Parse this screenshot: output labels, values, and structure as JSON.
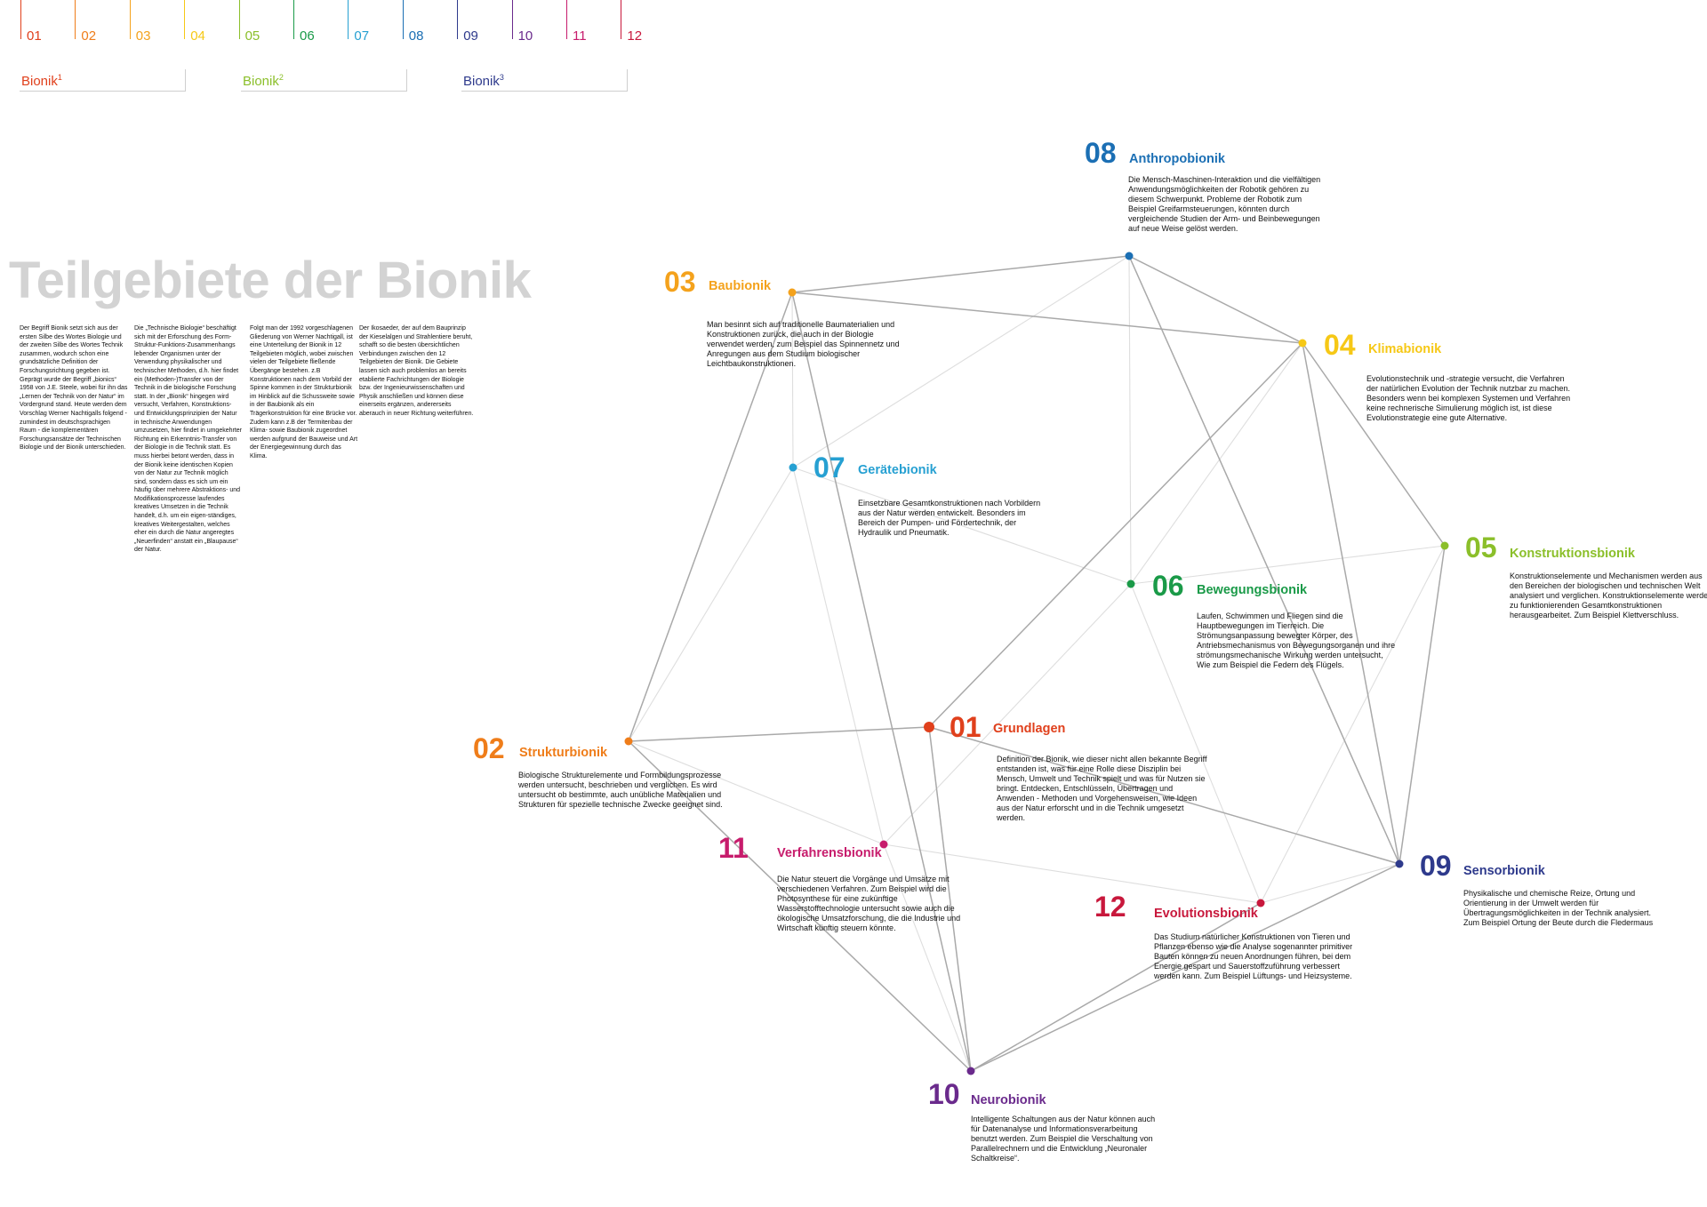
{
  "header": {
    "tick_colors": [
      "#e0401c",
      "#ef7d1a",
      "#f4a21c",
      "#f6c816",
      "#8bbf2a",
      "#1a9a48",
      "#26a0d2",
      "#1b6fb4",
      "#2e3a8c",
      "#6a2a8c",
      "#c71c6c",
      "#c8183c"
    ],
    "ticks": [
      "01",
      "02",
      "03",
      "04",
      "05",
      "06",
      "07",
      "08",
      "09",
      "10",
      "11",
      "12"
    ],
    "legend": [
      {
        "label": "Bionik",
        "sup": "1",
        "color": "#e0401c"
      },
      {
        "label": "Bionik",
        "sup": "2",
        "color": "#8bbf2a"
      },
      {
        "label": "Bionik",
        "sup": "3",
        "color": "#2e3a8c"
      }
    ]
  },
  "title": "Teilgebiete der Bionik",
  "intro": [
    "Der Begriff Bionik setzt sich aus der ersten Silbe des Wortes Biologie und der zweiten Silbe des Wortes Technik zusammen, wodurch schon eine grundsätzliche Definition der Forschungsrichtung gegeben ist. Geprägt wurde der Begriff „bionics“ 1958 von J.E. Steele, wobei für ihn das „Lernen der Technik von der Natur“ im Vordergrund stand. Heute werden dem Vorschlag Werner Nachtigalls folgend - zumindest im deutschsprachigen Raum - die komplementären Forschungsansätze der Technischen Biologie und der Bionik unterschieden.",
    "Die „Technische Biologie“ beschäftigt sich mit der Erforschung des Form-Struktur-Funktions-Zusammenhangs lebender Organismen unter der Verwendung physikalischer und technischer Methoden, d.h. hier findet ein (Methoden-)Transfer von der Technik in die biologische Forschung statt. In der „Bionik“ hingegen wird versucht, Verfahren, Konstruktions- und Entwicklungsprinzipien der Natur in technische Anwendungen umzusetzen, hier findet in umgekehrter Richtung ein Erkenntnis-Transfer von der Biologie in die Technik statt. Es muss hierbei betont werden, dass in der Bionik keine identischen Kopien von der Natur zur Technik möglich sind, sondern dass es sich um ein häufig über mehrere Abstraktions- und Modifikationsprozesse laufendes kreatives Umsetzen in die Technik handelt, d.h. um ein eigen-ständiges, kreatives Weitergestalten, welches eher ein durch die Natur angeregtes „Neuerfinden“ anstatt ein „Blaupause“ der Natur.",
    "Folgt man der 1992 vorgeschlagenen Gliederung von Werner Nachtigall, ist eine Unterteilung der Bionik in 12 Teilgebieten möglich, wobei zwischen vielen der Teilgebiete fließende Übergänge bestehen. z.B Konstruktionen nach dem Vorbild der Spinne kommen in der Strukturbionik im Hinblick auf die Schussweite sowie in der Baubionik als ein Trägerkonstruktion für eine Brücke vor. Zudem kann z.B der Termitenbau der Klima- sowie Baubionik zugeordnet werden aufgrund der Bauweise und Art der Energiegewinnung durch das Klima.",
    "Der Ikosaeder, der auf dem Bauprinzip der Kieselalgen und Strahlentiere beruht, schafft so die besten übersichtlichen Verbindungen zwischen den 12 Teilgebieten der Bionik. Die Gebiete lassen sich auch problemlos an bereits etablierte Fachrichtungen der Biologie bzw. der Ingenieurwissenschaften und Physik anschließen und können diese einerseits ergänzen, andererseits aberauch in neuer Richtung weiterführen."
  ],
  "nodes": [
    {
      "id": "01",
      "name": "Grundlagen",
      "color": "#e0401c",
      "desc": "Definition der Bionik, wie dieser nicht allen bekannte Begriff entstanden ist, was für eine Rolle diese Disziplin bei Mensch, Umwelt und Technik spielt und was für Nutzen sie bringt. Entdecken, Entschlüsseln, Übertragen und Anwenden - Methoden und Vorgehensweisen, wie Ideen aus der Natur erforscht und in die Technik umgesetzt werden."
    },
    {
      "id": "02",
      "name": "Strukturbionik",
      "color": "#ef7d1a",
      "desc": "Biologische Strukturelemente und Formbildungsprozesse werden untersucht, beschrieben und verglichen. Es wird untersucht ob bestimmte, auch unübliche Materialien und Strukturen für spezielle technische Zwecke geeignet sind."
    },
    {
      "id": "03",
      "name": "Baubionik",
      "color": "#f4a21c",
      "desc": "Man besinnt sich auf traditionelle Baumaterialien und Konstruktionen zurück, die auch in der Biologie verwendet werden, zum Beispiel das Spinnennetz und Anregungen aus dem Studium biologischer Leichtbaukonstruktionen."
    },
    {
      "id": "04",
      "name": "Klimabionik",
      "color": "#f6c816",
      "desc": "Evolutionstechnik und -strategie versucht, die Verfahren der natürlichen Evolution der Technik nutzbar zu machen. Besonders wenn bei komplexen Systemen und Verfahren keine rechnerische Simulierung möglich ist, ist diese Evolutionstrategie eine gute Alternative."
    },
    {
      "id": "05",
      "name": "Konstruktionsbionik",
      "color": "#8bbf2a",
      "desc": "Konstruktionselemente und Mechanismen werden aus den Bereichen der biologischen und technischen Welt analysiert und verglichen. Konstruktionselemente werden zu funktionierenden Gesamtkonstruktionen herausgearbeitet. Zum Beispiel Klettverschluss."
    },
    {
      "id": "06",
      "name": "Bewegungsbionik",
      "color": "#1a9a48",
      "desc": "Laufen, Schwimmen und Fliegen sind die Hauptbewegungen im Tierreich. Die Strömungsanpassung bewegter Körper, des Antriebsmechanismus von Bewegungsorganen und ihre strömungsmechanische Wirkung werden untersucht, Wie zum Beispiel die Federn des Flügels."
    },
    {
      "id": "07",
      "name": "Gerätebionik",
      "color": "#26a0d2",
      "desc": "Einsetzbare Gesamtkonstruktionen nach Vorbildern aus der Natur werden entwickelt. Besonders im Bereich der Pumpen- und Fördertechnik, der Hydraulik und Pneumatik."
    },
    {
      "id": "08",
      "name": "Anthropobionik",
      "color": "#1b6fb4",
      "desc": "Die Mensch-Maschinen-Interaktion und die vielfältigen Anwendungsmöglichkeiten der Robotik gehören zu diesem Schwerpunkt. Probleme der Robotik zum Beispiel Greifarmsteuerungen, könnten durch vergleichende Studien der Arm- und Beinbewegungen auf neue Weise gelöst werden."
    },
    {
      "id": "09",
      "name": "Sensorbionik",
      "color": "#2e3a8c",
      "desc": "Physikalische und chemische Reize, Ortung und Orientierung in der Umwelt werden für Übertragungsmöglichkeiten in der Technik analysiert. Zum Beispiel Ortung der Beute durch die Fledermaus"
    },
    {
      "id": "10",
      "name": "Neurobionik",
      "color": "#6a2a8c",
      "desc": "Intelligente Schaltungen aus der Natur können auch für Datenanalyse und Informationsverarbeitung benutzt werden. Zum Beispiel die Verschaltung von Parallelrechnern und die Entwicklung „Neuronaler Schaltkreise“."
    },
    {
      "id": "11",
      "name": "Verfahrensbionik",
      "color": "#c71c6c",
      "desc": "Die Natur steuert die Vorgänge und Umsätze mit verschiedenen Verfahren. Zum Beispiel wird die Photosynthese für eine zukünftige Wasserstofftechnologie untersucht sowie auch die ökologische Umsatzforschung, die die Industrie und Wirtschaft künftig steuern könnte."
    },
    {
      "id": "12",
      "name": "Evolutionsbionik",
      "color": "#c8183c",
      "desc": "Das Studium natürlicher Konstruktionen von Tieren und Pflanzen ebenso wie die Analyse sogenannter primitiver Bauten können zu neuen Anordnungen führen, bei dem Energie gespart und Sauerstoffzuführung verbessert werden kann. Zum Beispiel Lüftungs- und Heizsysteme."
    }
  ],
  "edges_strong": [
    [
      "08",
      "03"
    ],
    [
      "08",
      "04"
    ],
    [
      "08",
      "09"
    ],
    [
      "03",
      "04"
    ],
    [
      "03",
      "02"
    ],
    [
      "03",
      "10"
    ],
    [
      "04",
      "05"
    ],
    [
      "04",
      "09"
    ],
    [
      "04",
      "01"
    ],
    [
      "05",
      "09"
    ],
    [
      "02",
      "01"
    ],
    [
      "02",
      "10"
    ],
    [
      "01",
      "10"
    ],
    [
      "01",
      "09"
    ],
    [
      "09",
      "10"
    ],
    [
      "10",
      "12"
    ]
  ],
  "edges_light": [
    [
      "08",
      "07"
    ],
    [
      "08",
      "06"
    ],
    [
      "03",
      "07"
    ],
    [
      "07",
      "06"
    ],
    [
      "07",
      "02"
    ],
    [
      "07",
      "11"
    ],
    [
      "04",
      "06"
    ],
    [
      "05",
      "06"
    ],
    [
      "05",
      "12"
    ],
    [
      "06",
      "11"
    ],
    [
      "06",
      "12"
    ],
    [
      "02",
      "11"
    ],
    [
      "11",
      "12"
    ],
    [
      "11",
      "10"
    ],
    [
      "12",
      "09"
    ]
  ]
}
